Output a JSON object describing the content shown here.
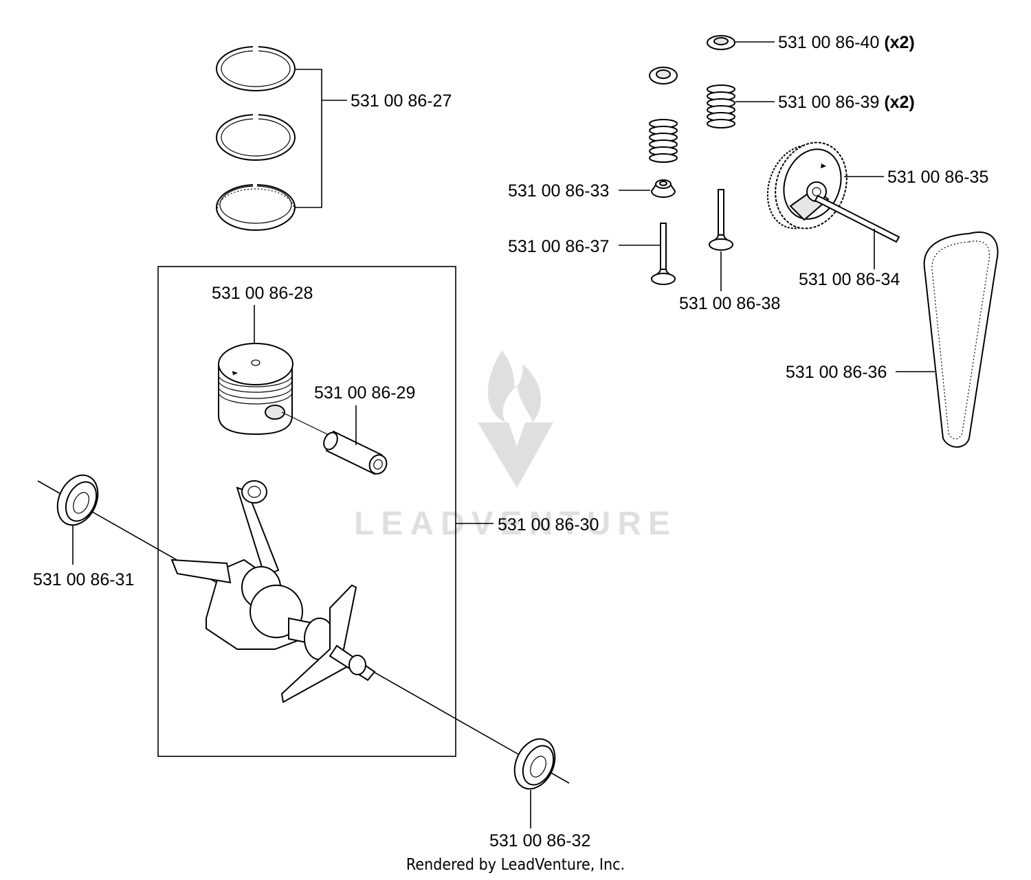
{
  "watermark": {
    "text": "LEADVENTURE"
  },
  "footer": {
    "text": "Rendered by LeadVenture, Inc."
  },
  "callouts": {
    "p27": {
      "part": "531 00 86-27"
    },
    "p28": {
      "part": "531 00 86-28"
    },
    "p29": {
      "part": "531 00 86-29"
    },
    "p30": {
      "part": "531 00 86-30"
    },
    "p31": {
      "part": "531 00 86-31"
    },
    "p32": {
      "part": "531 00 86-32"
    },
    "p33": {
      "part": "531 00 86-33"
    },
    "p34": {
      "part": "531 00 86-34"
    },
    "p35": {
      "part": "531 00 86-35"
    },
    "p36": {
      "part": "531 00 86-36"
    },
    "p37": {
      "part": "531 00 86-37"
    },
    "p38": {
      "part": "531 00 86-38"
    },
    "p39": {
      "part": "531 00 86-39",
      "qty": "(x2)"
    },
    "p40": {
      "part": "531 00 86-40",
      "qty": "(x2)"
    }
  }
}
